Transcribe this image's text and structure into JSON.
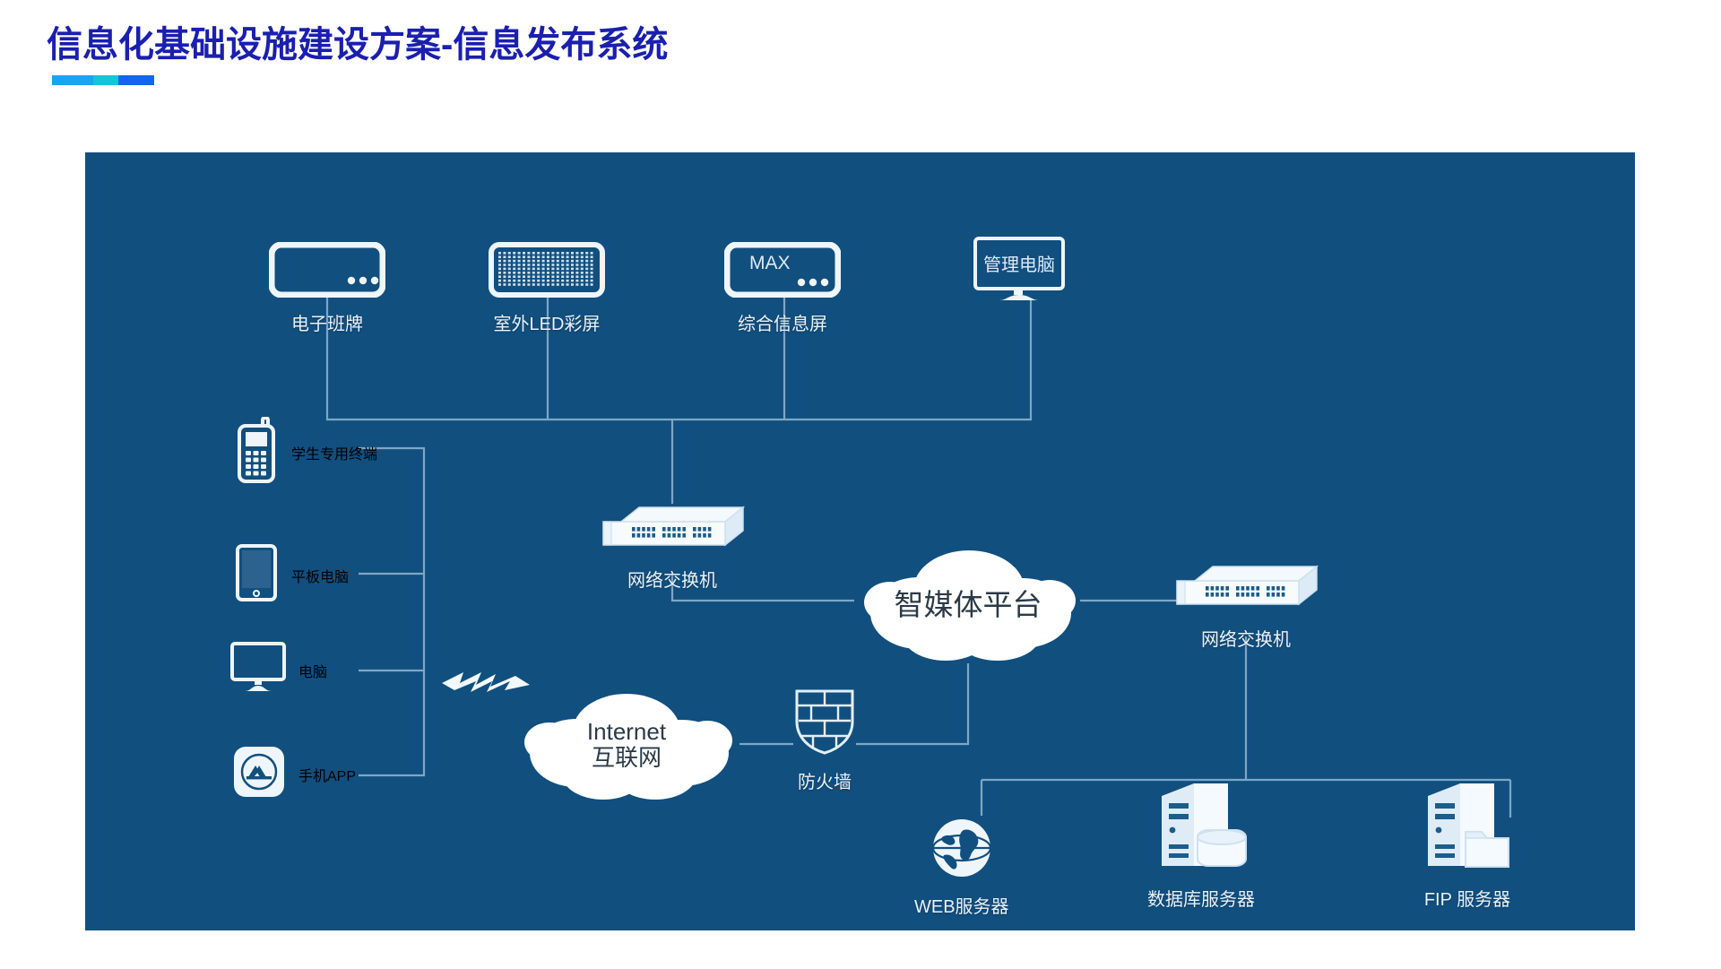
{
  "header": {
    "title": "信息化基础设施建设方案-信息发布系统",
    "title_color": "#1a1fb0",
    "accent_colors": [
      "#18a6f0",
      "#11c6d6",
      "#1464f0"
    ]
  },
  "diagram": {
    "background_color": "#114f7f",
    "line_color": "#7fa8c6",
    "icon_color": "#eef5fb",
    "top_row": [
      {
        "id": "electronic-class-sign",
        "label": "电子班牌",
        "icon": "tablet-display-icon",
        "screen_text": ""
      },
      {
        "id": "outdoor-led-screen",
        "label": "室外LED彩屏",
        "icon": "led-matrix-icon",
        "screen_text": ""
      },
      {
        "id": "info-display-screen",
        "label": "综合信息屏",
        "icon": "display-max-icon",
        "screen_text": "MAX"
      },
      {
        "id": "management-computer",
        "label": "管理电脑",
        "icon": "monitor-icon",
        "screen_text": "管理电脑"
      }
    ],
    "switch_top": {
      "id": "network-switch-top",
      "label": "网络交换机",
      "icon": "network-switch-icon"
    },
    "switch_right": {
      "id": "network-switch-right",
      "label": "网络交换机",
      "icon": "network-switch-icon"
    },
    "left_terminals": [
      {
        "id": "student-terminal",
        "label": "学生专用终端",
        "icon": "feature-phone-icon"
      },
      {
        "id": "tablet-pc",
        "label": "平板电脑",
        "icon": "tablet-icon"
      },
      {
        "id": "desktop-pc",
        "label": "电脑",
        "icon": "monitor-icon"
      },
      {
        "id": "mobile-app",
        "label": "手机APP",
        "icon": "app-store-icon"
      }
    ],
    "internet_cloud": {
      "id": "internet-cloud",
      "line1": "Internet",
      "line2": "互联网"
    },
    "platform_cloud": {
      "id": "media-platform-cloud",
      "line1": "智媒体平台"
    },
    "firewall": {
      "id": "firewall",
      "label": "防火墙",
      "icon": "shield-brick-icon"
    },
    "servers": [
      {
        "id": "web-server",
        "label": "WEB服务器",
        "icon": "globe-icon"
      },
      {
        "id": "database-server",
        "label": "数据库服务器",
        "icon": "database-server-icon"
      },
      {
        "id": "ftp-server",
        "label": "FIP 服务器",
        "icon": "folder-server-icon"
      }
    ],
    "wireless_link": {
      "id": "wireless-lightning",
      "icon": "lightning-bolt-icon"
    }
  }
}
